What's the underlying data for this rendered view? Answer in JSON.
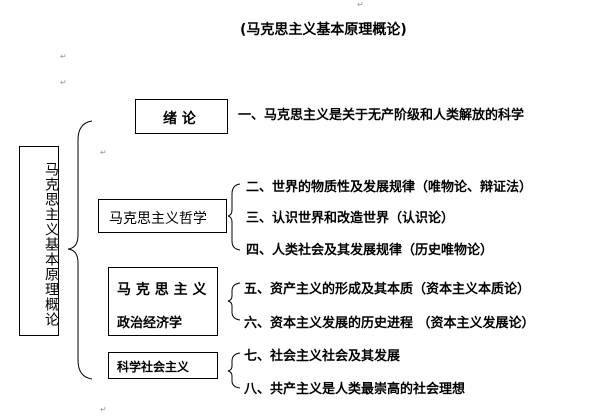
{
  "title": "(马克思主义基本原理概论)",
  "root": "马克思主义基本原理概论",
  "sections": [
    {
      "label": "绪 论",
      "items": [
        "一、马克思主义是关于无产阶级和人类解放的科学"
      ]
    },
    {
      "label": "马克思主义哲学",
      "items": [
        "二、世界的物质性及发展规律（唯物论、辩证法）",
        "三、认识世界和改造世界（认识论）",
        "四、人类社会及其发展规律（历史唯物论）"
      ]
    },
    {
      "label_line1": "马 克 思 主 义",
      "label_line2": "政治经济学",
      "items": [
        "五、资产主义的形成及其本质（资本主义本质论）",
        "六、资本主义发展的历史进程 （资本主义发展论）"
      ]
    },
    {
      "label": "科学社会主义",
      "items": [
        "七、社会主义社会及其发展",
        "八、共产主义是人类最崇高的社会理想"
      ]
    }
  ]
}
